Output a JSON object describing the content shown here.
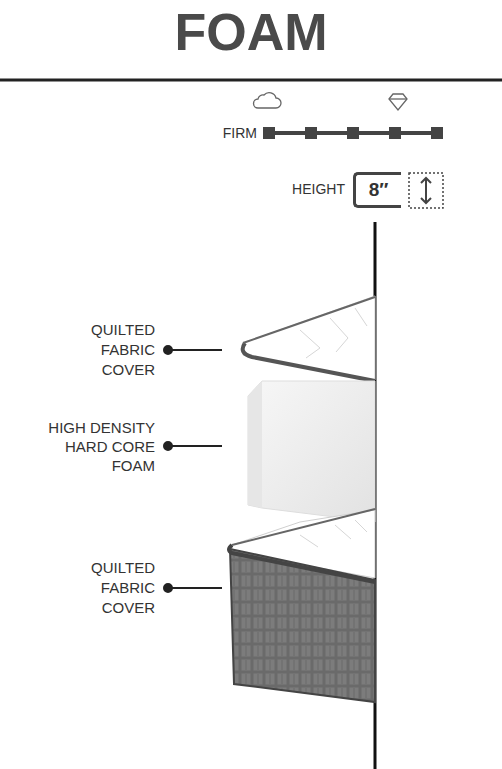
{
  "diagram": {
    "title": "FOAM",
    "nodes": [
      {
        "text": [
          "8″"
        ]
      }
    ],
    "labels": [
      "FIRM",
      "HEIGHT",
      "QUILTED FABRIC COVER",
      "HIGH DENSITY HARD CORE FOAM",
      "QUILTED FABRIC COVER"
    ]
  }
}
